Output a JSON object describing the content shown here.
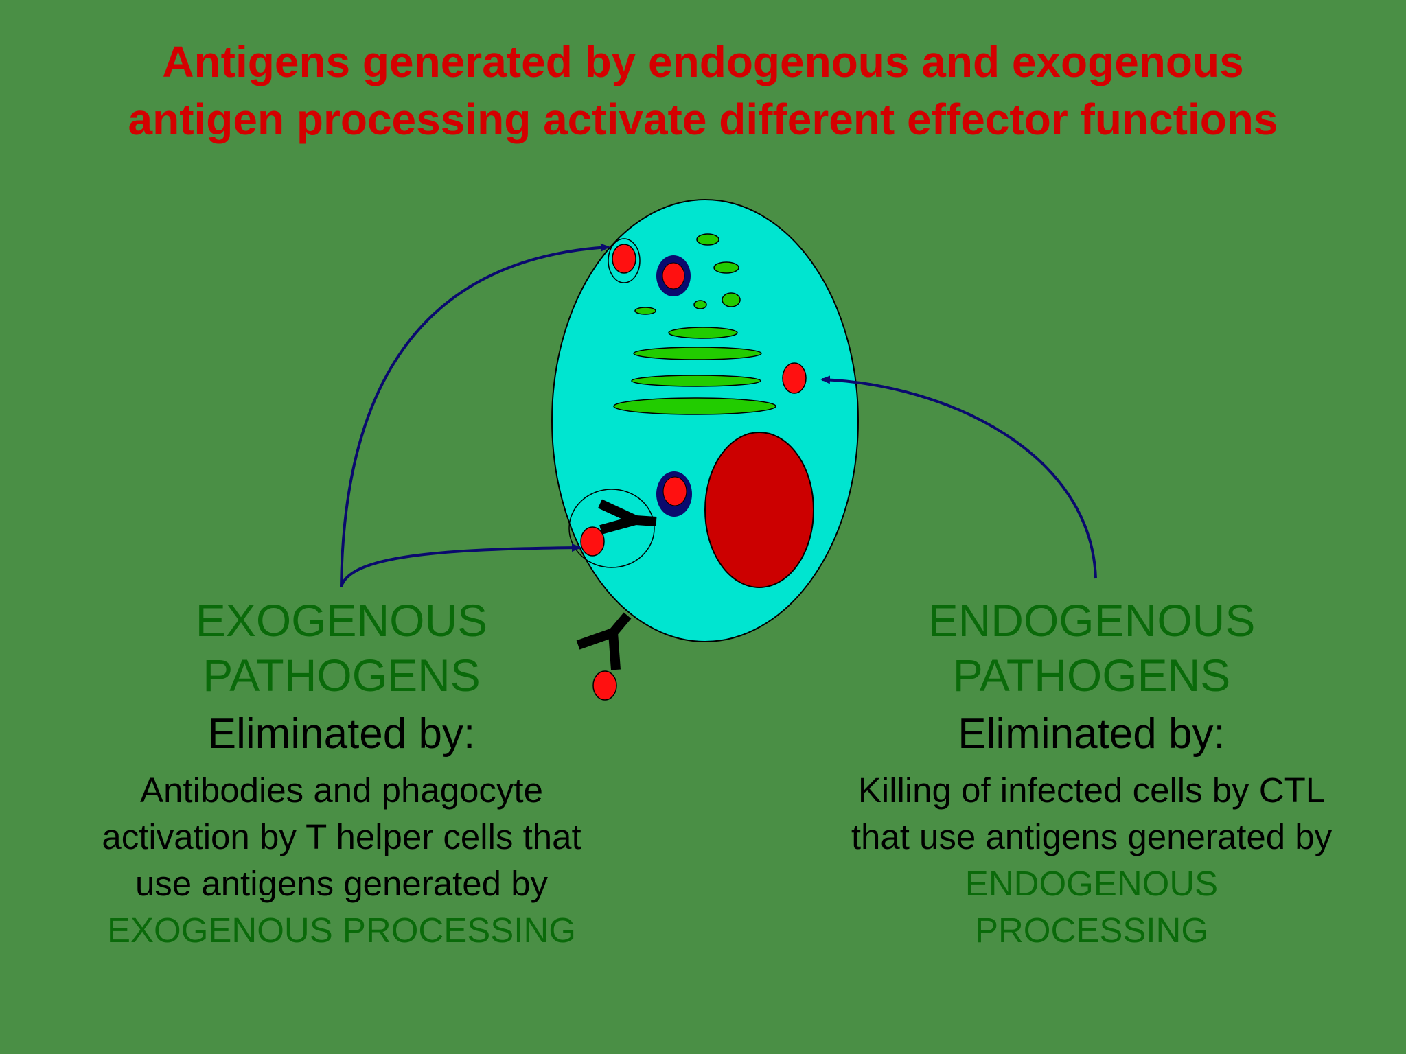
{
  "title": {
    "line1": "Antigens generated by endogenous and exogenous",
    "line2": "antigen processing activate different effector functions"
  },
  "exogenous": {
    "heading_line1": "EXOGENOUS",
    "heading_line2": "PATHOGENS",
    "eliminated_label": "Eliminated by:",
    "desc_line1": "Antibodies and phagocyte",
    "desc_line2": "activation by T helper cells that",
    "desc_line3": "use antigens generated by",
    "processing": "EXOGENOUS PROCESSING"
  },
  "endogenous": {
    "heading_line1": "ENDOGENOUS",
    "heading_line2": "PATHOGENS",
    "eliminated_label": "Eliminated by:",
    "desc_line1": "Killing of infected cells by CTL",
    "desc_line2": "that use antigens generated by",
    "processing_line1": "ENDOGENOUS",
    "processing_line2": "PROCESSING"
  },
  "colors": {
    "background": "#4a8f45",
    "title": "#d40000",
    "heading_green": "#0a6a0a",
    "cell": "#00e5d0",
    "nucleus": "#cc0000",
    "antigen": "#ff1010",
    "organelle": "#22cc00",
    "arrow": "#0a0a6e",
    "antibody": "#000000"
  }
}
